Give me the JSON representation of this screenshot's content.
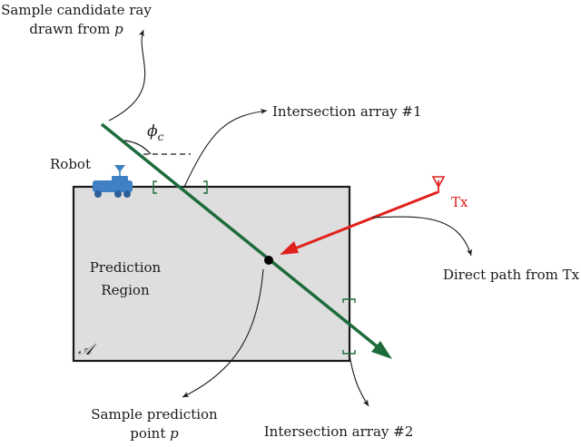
{
  "labels": {
    "candidate_ray_line1": "Sample candidate ray",
    "candidate_ray_line2": "drawn from ",
    "candidate_ray_p": "p",
    "phi_symbol": "ϕ",
    "phi_subscript": "c",
    "intersection_1": "Intersection array #1",
    "robot": "Robot",
    "tx": "Tx",
    "region_line1": "Prediction",
    "region_line2": "Region",
    "region_symbol": "𝒜",
    "direct_path": "Direct path from Tx",
    "prediction_point_line1": "Sample prediction",
    "prediction_point_line2": "point ",
    "prediction_point_p": "p",
    "intersection_2": "Intersection array #2"
  },
  "colors": {
    "ray": "#1d6b3a",
    "direct_path": "#e0201b",
    "tx_label": "#e0201b",
    "region_fill": "#dedede",
    "robot": "#3f7fc4"
  },
  "icons": {
    "robot": "robot-vehicle-icon",
    "transmitter": "antenna-icon"
  }
}
